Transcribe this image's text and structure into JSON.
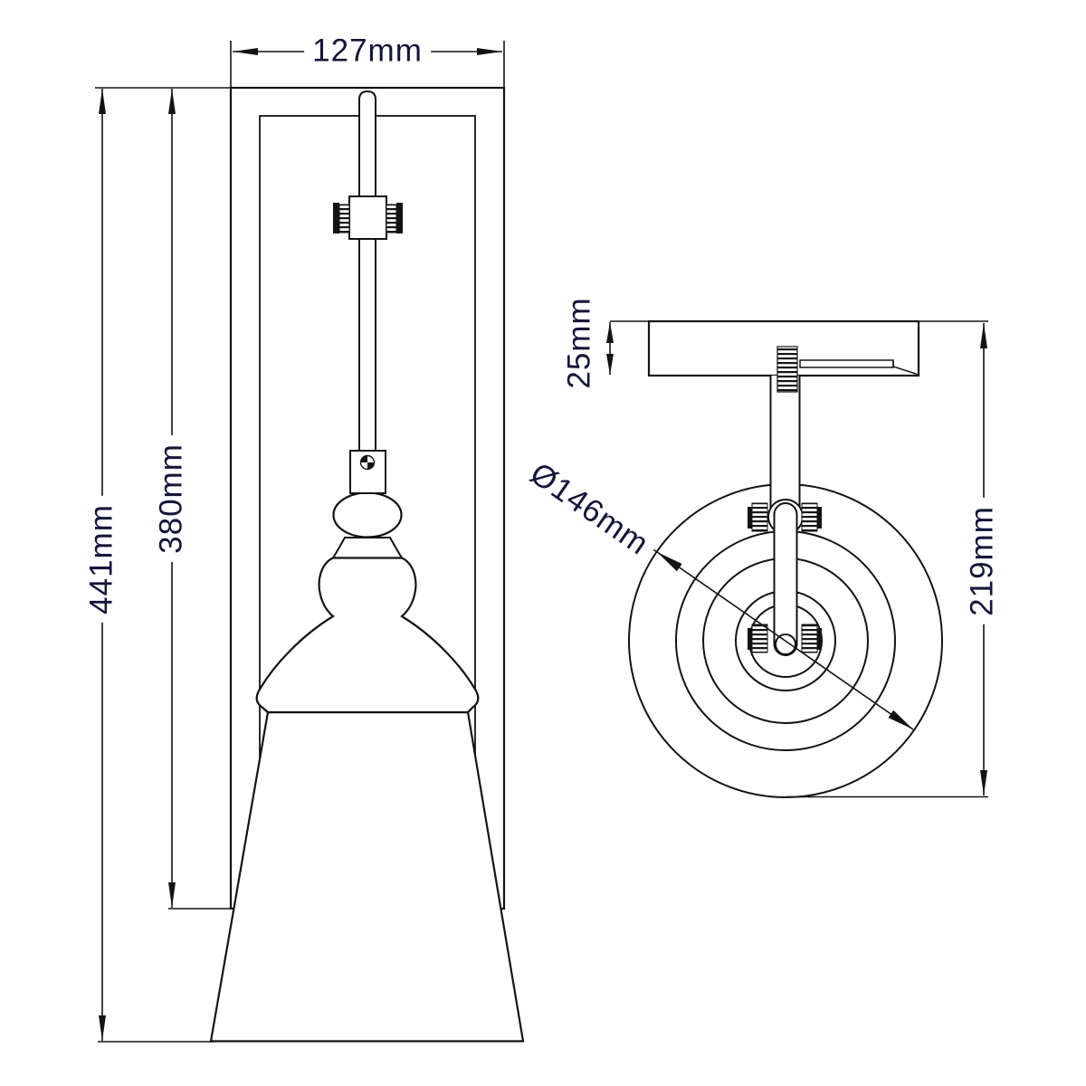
{
  "drawing": {
    "type": "wall-light-technical-dimension-diagram",
    "views": {
      "front": {
        "name": "front-elevation",
        "dimensions": {
          "backplate_width": "127mm",
          "overall_height": "441mm",
          "backplate_height": "380mm"
        }
      },
      "side": {
        "name": "side-profile",
        "dimensions": {
          "plate_depth": "25mm",
          "shade_diameter": "Ø146mm",
          "drop_height": "219mm"
        }
      }
    }
  },
  "labels": {
    "front_width": "127mm",
    "overall_height": "441mm",
    "backplate_height": "380mm",
    "depth": "25mm",
    "diameter": "Ø146mm",
    "side_height": "219mm"
  },
  "colors": {
    "ink": "#131313",
    "text_ink": "#15153a",
    "paper": "#ffffff"
  }
}
